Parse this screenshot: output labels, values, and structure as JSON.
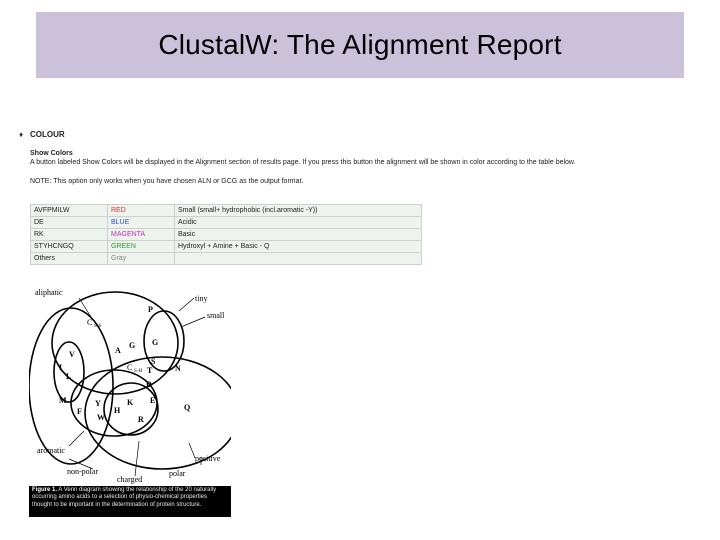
{
  "slide": {
    "title": "ClustalW: The Alignment Report"
  },
  "section": {
    "bullet": "♦",
    "heading": "COLOUR",
    "show_colors_label": "Show Colors",
    "description": "A button labeled Show Colors will be displayed in the Alignment section of results page. If you press this button the alignment will be shown in color according to the table below.",
    "note": "NOTE: This option only works when you have chosen ALN or GCG as the output format."
  },
  "color_table": {
    "rows": [
      {
        "residues": "AVFPMILW",
        "color": "RED",
        "property": "Small (small+ hydrophobic (incl.aromatic -Y))",
        "hex": "#e03030"
      },
      {
        "residues": "DE",
        "color": "BLUE",
        "property": "Acidic",
        "hex": "#3050d0"
      },
      {
        "residues": "RK",
        "color": "MAGENTA",
        "property": "Basic",
        "hex": "#c030c0"
      },
      {
        "residues": "STYHCNGQ",
        "color": "GREEN",
        "property": "Hydroxyl + Amine + Basic - Q",
        "hex": "#2f9a2f"
      },
      {
        "residues": "Others",
        "color": "Gray",
        "property": "",
        "hex": "#888888"
      }
    ]
  },
  "venn": {
    "labels": {
      "aliphatic": "aliphatic",
      "tiny": "tiny",
      "small": "small",
      "aromatic": "aromatic",
      "non_polar": "non-polar",
      "charged": "charged",
      "positive": "positive",
      "polar": "polar",
      "c_ss": "C",
      "c_ss_sub": "S-S",
      "c_sh": "C",
      "c_sh_sub": "S-H"
    },
    "residues": {
      "P": "P",
      "A": "A",
      "G": "G",
      "G2": "G",
      "S": "S",
      "N": "N",
      "T": "T",
      "D": "D",
      "V": "V",
      "I": "I",
      "L": "L",
      "M": "M",
      "F": "F",
      "W": "W",
      "Y": "Y",
      "H": "H",
      "K": "K",
      "E": "E",
      "R": "R",
      "Q": "Q"
    }
  },
  "caption": {
    "label": "Figure 1.",
    "text": "A Venn diagram showing the relationship of the 20 naturally occurring amino acids to a selection of physio-chemical properties thought to be important in the determination of protein structure."
  }
}
